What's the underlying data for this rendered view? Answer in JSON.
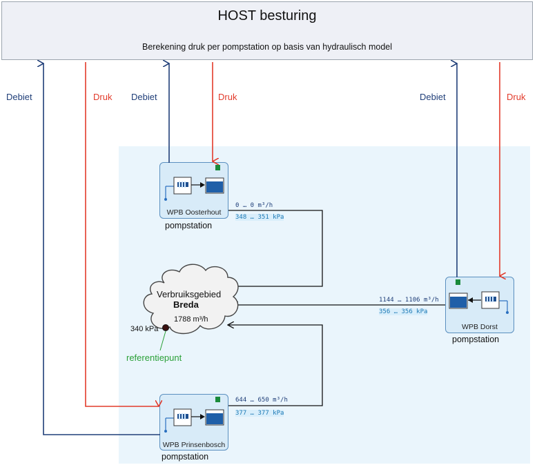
{
  "host": {
    "title": "HOST besturing",
    "subtitle": "Berekening druk per pompstation op basis van hydraulisch model"
  },
  "signals": {
    "debiet": "Debiet",
    "druk": "Druk"
  },
  "stations": {
    "oosterhout": {
      "name": "WPB Oosterhout",
      "kind": "pompstation",
      "flow": "0    …    0 m³/h",
      "pressure": "348 … 351 kPa"
    },
    "dorst": {
      "name": "WPB Dorst",
      "kind": "pompstation",
      "flow": "1144 … 1106 m³/h",
      "pressure": "356 … 356 kPa"
    },
    "prinsenbosch": {
      "name": "WPB Prinsenbosch",
      "kind": "pompstation",
      "flow": "644 … 650 m³/h",
      "pressure": "377 … 377 kPa"
    }
  },
  "area": {
    "line1": "Verbruiksgebied",
    "line2": "Breda",
    "flow": "1788 m³/h",
    "pressure": "340 kPa",
    "reference": "referentiepunt"
  },
  "colors": {
    "debiet": "#1f3e78",
    "druk": "#e23a2a",
    "station_border": "#5a8fbf",
    "zone": "#eaf5fc",
    "reference": "#2aa037"
  }
}
